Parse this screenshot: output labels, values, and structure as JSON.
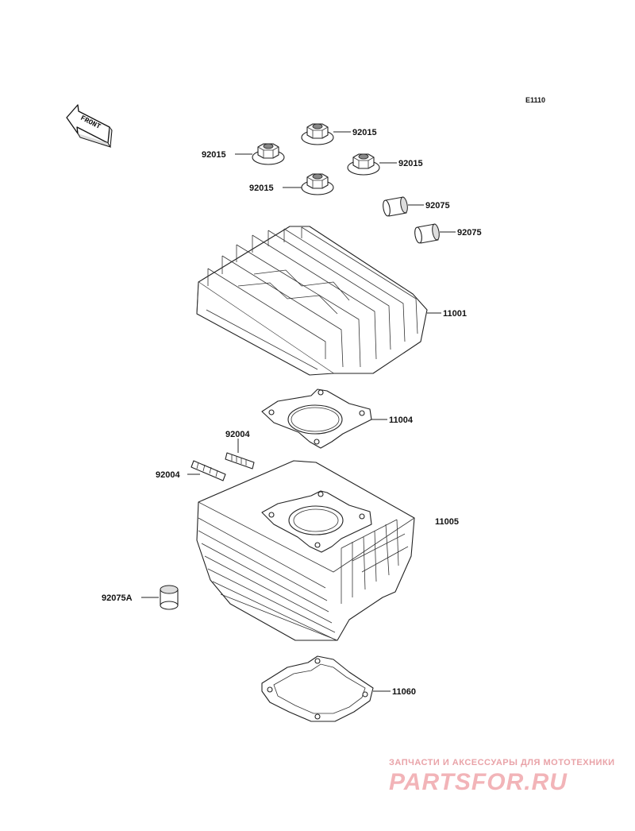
{
  "diagram_code": "E1110",
  "front_label": "FRONT",
  "labels": {
    "nut_top": "92015",
    "nut_left": "92015",
    "nut_right": "92015",
    "nut_bottom": "92015",
    "pin_1": "92075",
    "pin_2": "92075",
    "cylinder_head": "11001",
    "head_gasket": "11004",
    "stud_1": "92004",
    "stud_2": "92004",
    "cylinder": "11005",
    "pin_a": "92075A",
    "base_gasket": "11060"
  },
  "watermark": {
    "subtitle": "ЗАПЧАСТИ И АКСЕССУАРЫ ДЛЯ МОТОТЕХНИКИ",
    "brand": "PARTSFOR.RU"
  }
}
